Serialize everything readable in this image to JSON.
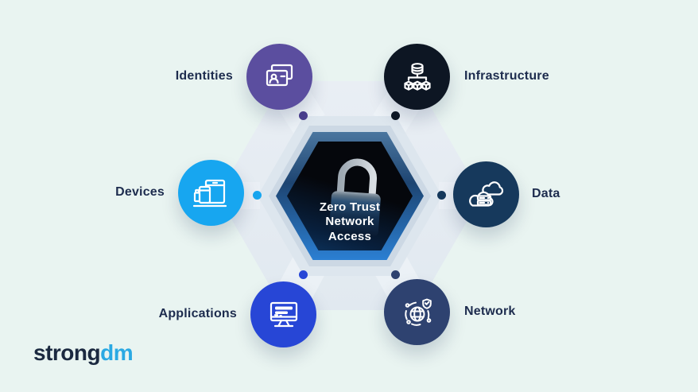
{
  "background_color": "#e9f4f1",
  "label_color": "#1d2c4e",
  "center": {
    "icon": "padlock-icon",
    "title_lines": [
      "Zero Trust",
      "Network",
      "Access"
    ],
    "text_color": "#ffffff"
  },
  "nodes": [
    {
      "id": "identities",
      "label": "Identities",
      "icon": "id-cards-icon",
      "circle_color": "#5b4e9f",
      "dot_color": "#4a3e8e"
    },
    {
      "id": "infrastructure",
      "label": "Infrastructure",
      "icon": "database-cluster-icon",
      "circle_color": "#0d1623",
      "dot_color": "#0d1623"
    },
    {
      "id": "devices",
      "label": "Devices",
      "icon": "devices-icon",
      "circle_color": "#17a6f0",
      "dot_color": "#17a6f0"
    },
    {
      "id": "data",
      "label": "Data",
      "icon": "cloud-server-icon",
      "circle_color": "#16395c",
      "dot_color": "#16395c"
    },
    {
      "id": "applications",
      "label": "Applications",
      "icon": "monitor-icon",
      "circle_color": "#2746d6",
      "dot_color": "#2746d6"
    },
    {
      "id": "network",
      "label": "Network",
      "icon": "globe-shield-icon",
      "circle_color": "#2e4270",
      "dot_color": "#2e4270"
    }
  ],
  "logo": {
    "prefix": "strong",
    "suffix": "dm",
    "prefix_color": "#1b2940",
    "suffix_color": "#2aa9e3"
  }
}
